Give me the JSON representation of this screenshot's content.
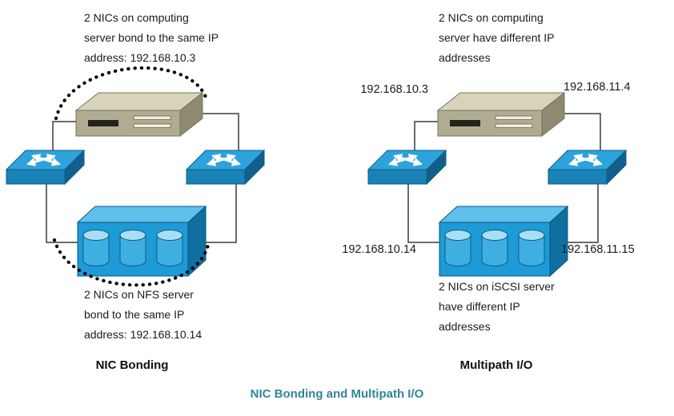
{
  "caption": "NIC Bonding and Multipath I/O",
  "left_diagram": {
    "label": "NIC Bonding",
    "top_note": [
      "2 NICs on computing",
      "server bond to the same IP",
      "address: 192.168.10.3"
    ],
    "bottom_note": [
      "2 NICs on NFS server",
      "bond to the same IP",
      "address: 192.168.10.14"
    ]
  },
  "right_diagram": {
    "label": "Multipath I/O",
    "top_note": [
      "2 NICs on computing",
      "server have different IP",
      "addresses"
    ],
    "bottom_note": [
      "2 NICs on iSCSI server",
      "have different IP",
      "addresses"
    ],
    "ip_labels": {
      "server_left": "192.168.10.3",
      "server_right": "192.168.11.4",
      "storage_left": "192.168.10.14",
      "storage_right": "192.168.11.15"
    }
  },
  "icons": {
    "computing_server": "computing-server-icon",
    "network_switch": "network-switch-icon",
    "storage_server": "storage-server-icon",
    "bond_indicator": "dotted-bond-ellipse-arc"
  },
  "colors": {
    "caption_text": "#31859B",
    "switch_blue": "#2EA3DB",
    "storage_blue": "#1E9AD6",
    "server_tan": "#B0AC92",
    "note_text": "#1B1B1B",
    "wire": "#3C3C3C",
    "bond_arc": "#000000"
  }
}
